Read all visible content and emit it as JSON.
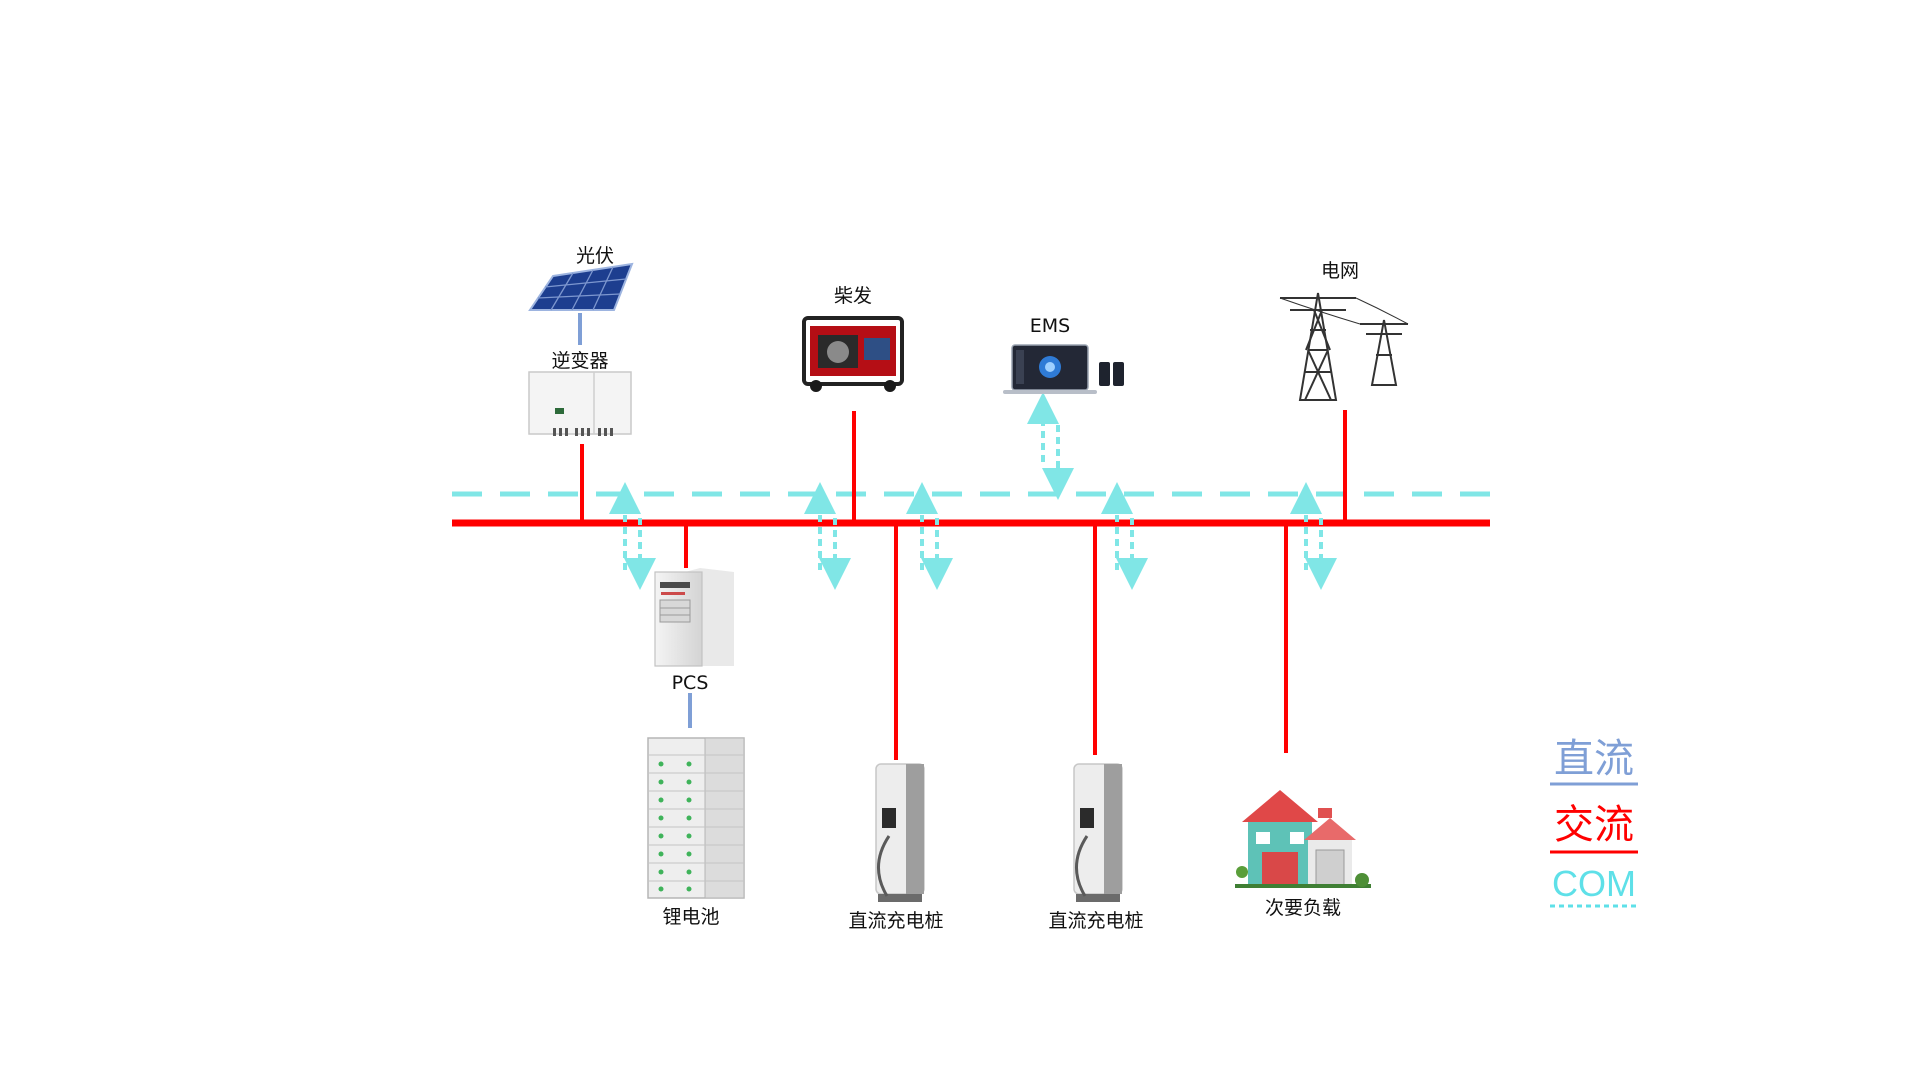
{
  "colors": {
    "dc": "#7f9fd6",
    "ac": "#ff0000",
    "com": "#80e6e6"
  },
  "labels": {
    "pv": "光伏",
    "inverter": "逆变器",
    "diesel": "柴发",
    "ems": "EMS",
    "grid": "电网",
    "pcs": "PCS",
    "battery": "锂电池",
    "charger_1": "直流充电桩",
    "charger_2": "直流充电桩",
    "load": "次要负载"
  },
  "legend": {
    "dc": "直流",
    "ac": "交流",
    "com": "COM"
  }
}
